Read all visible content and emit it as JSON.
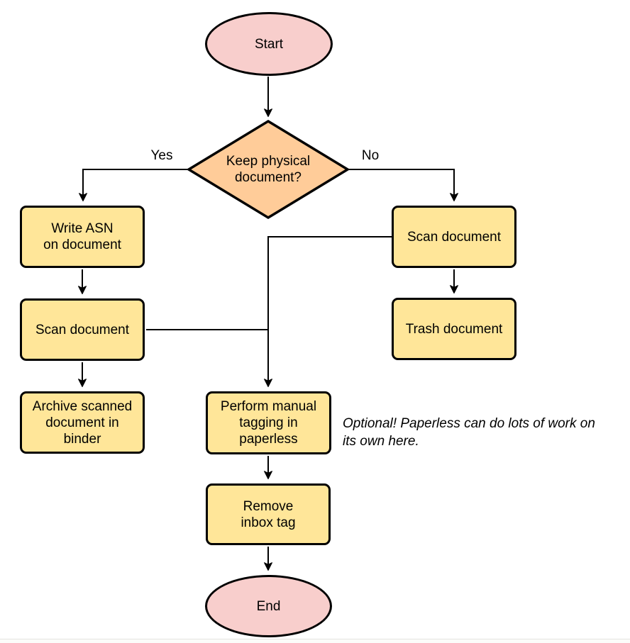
{
  "diagram": {
    "type": "flowchart",
    "background": "#ffffff",
    "colors": {
      "terminal_fill": "#f8cecc",
      "decision_fill": "#ffcc99",
      "process_fill": "#ffe699",
      "stroke": "#000000"
    },
    "nodes": {
      "start": {
        "shape": "ellipse",
        "label": "Start"
      },
      "decision": {
        "shape": "diamond",
        "label": "Keep physical\ndocument?"
      },
      "write_asn": {
        "shape": "process",
        "label": "Write ASN\non document"
      },
      "scan_left": {
        "shape": "process",
        "label": "Scan document"
      },
      "archive": {
        "shape": "process",
        "label": "Archive scanned\ndocument in\nbinder"
      },
      "scan_right": {
        "shape": "process",
        "label": "Scan document"
      },
      "trash": {
        "shape": "process",
        "label": "Trash document"
      },
      "tagging": {
        "shape": "process",
        "label": "Perform manual\ntagging in\npaperless"
      },
      "remove_tag": {
        "shape": "process",
        "label": "Remove\ninbox tag"
      },
      "end": {
        "shape": "ellipse",
        "label": "End"
      }
    },
    "edge_labels": {
      "yes": "Yes",
      "no": "No"
    },
    "edges": [
      {
        "from": "start",
        "to": "decision"
      },
      {
        "from": "decision",
        "to": "write_asn",
        "label": "Yes"
      },
      {
        "from": "decision",
        "to": "scan_right",
        "label": "No"
      },
      {
        "from": "write_asn",
        "to": "scan_left"
      },
      {
        "from": "scan_left",
        "to": "archive"
      },
      {
        "from": "scan_left",
        "to": "tagging"
      },
      {
        "from": "scan_right",
        "to": "tagging"
      },
      {
        "from": "scan_right",
        "to": "trash"
      },
      {
        "from": "tagging",
        "to": "remove_tag"
      },
      {
        "from": "remove_tag",
        "to": "end"
      }
    ],
    "annotation": "Optional! Paperless can do lots of work on\nits own here."
  }
}
